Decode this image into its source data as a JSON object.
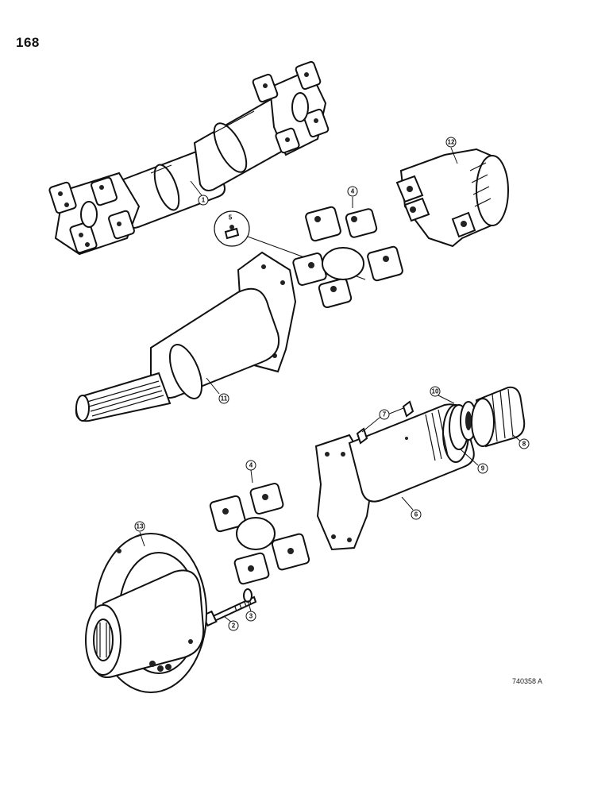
{
  "page_number": "168",
  "figure_code": "740358 A",
  "callouts": [
    "1",
    "2",
    "3",
    "4",
    "4",
    "5",
    "6",
    "7",
    "8",
    "9",
    "10",
    "11",
    "12",
    "13"
  ]
}
